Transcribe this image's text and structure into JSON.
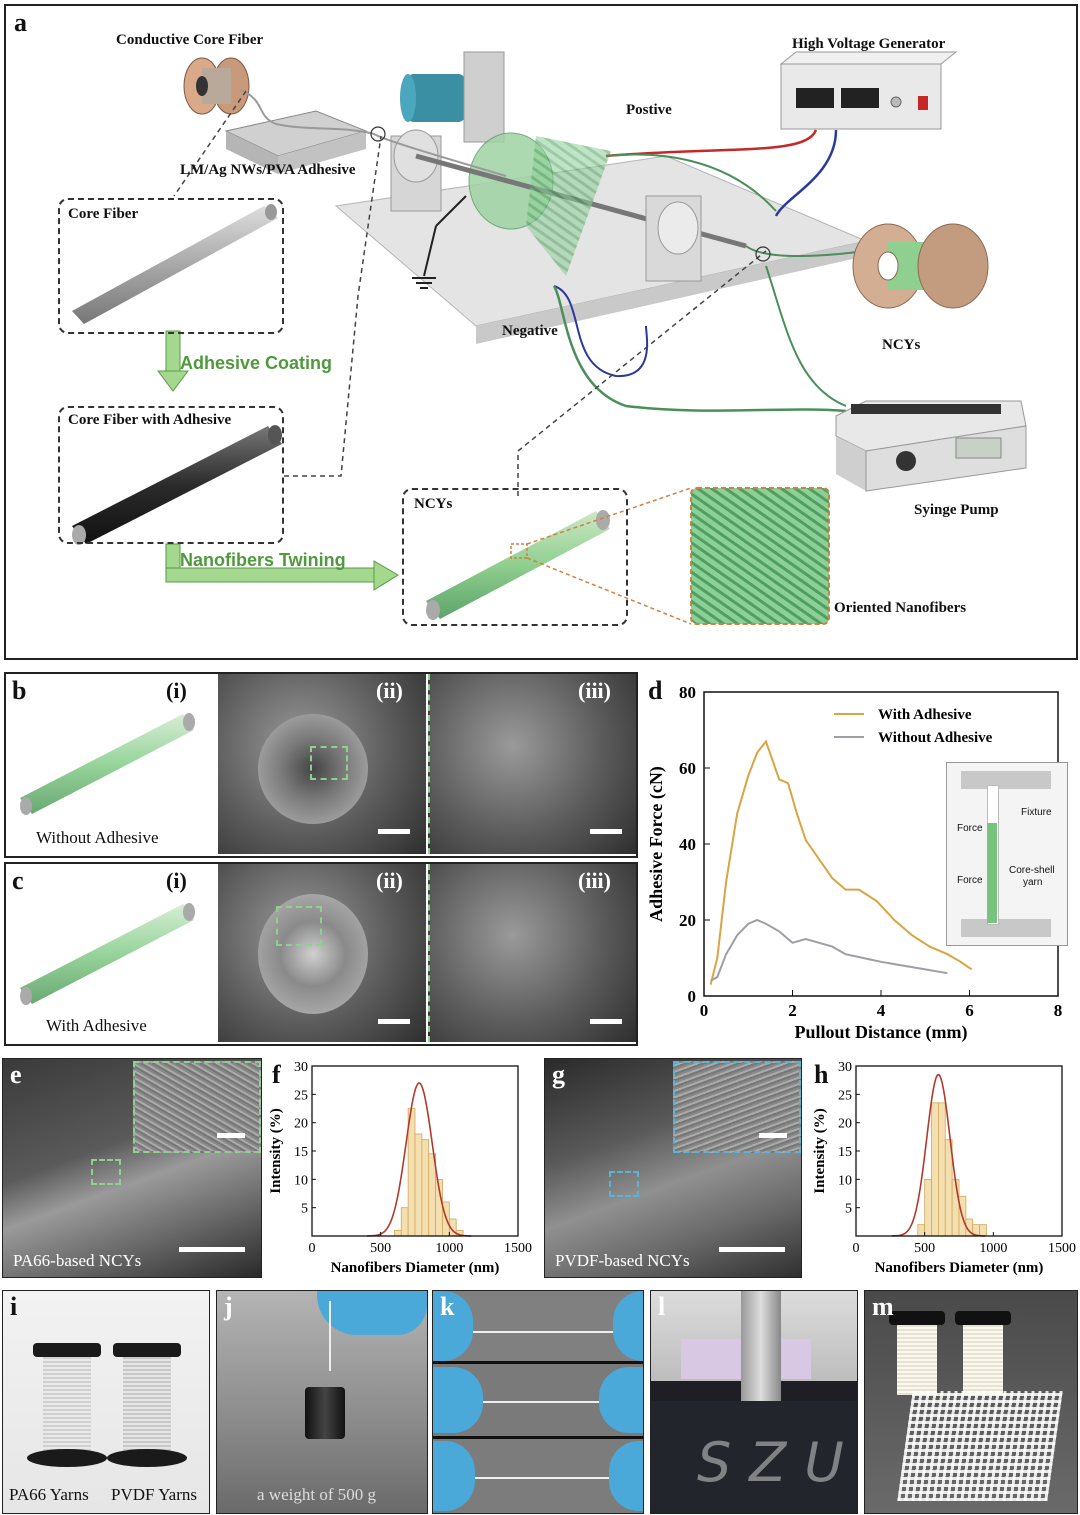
{
  "panel_a": {
    "letter": "a",
    "labels": {
      "conductive_core_fiber": "Conductive Core Fiber",
      "high_voltage_generator": "High Voltage Generator",
      "postive": "Postive",
      "adhesive_bath": "LM/Ag NWs/PVA Adhesive",
      "core_fiber": "Core Fiber",
      "adhesive_coating": "Adhesive Coating",
      "core_fiber_with_adhesive": "Core Fiber with Adhesive",
      "negative": "Negative",
      "ncys_spool": "NCYs",
      "syringe_pump": "Syinge Pump",
      "nanofibers_twining": "Nanofibers Twining",
      "ncys_box": "NCYs",
      "oriented_nanofibers": "Oriented Nanofibers"
    }
  },
  "panel_b": {
    "letter": "b",
    "i": "(i)",
    "ii": "(ii)",
    "iii": "(iii)",
    "caption": "Without Adhesive"
  },
  "panel_c": {
    "letter": "c",
    "i": "(i)",
    "ii": "(ii)",
    "iii": "(iii)",
    "caption": "With Adhesive"
  },
  "panel_d": {
    "letter": "d",
    "inset": {
      "force_top": "Force",
      "force_bottom": "Force",
      "fixture": "Fixture",
      "yarn_line1": "Core-shell",
      "yarn_line2": "yarn"
    }
  },
  "panel_e": {
    "letter": "e",
    "caption": "PA66-based NCYs"
  },
  "panel_f": {
    "letter": "f"
  },
  "panel_g": {
    "letter": "g",
    "caption": "PVDF-based NCYs"
  },
  "panel_h": {
    "letter": "h"
  },
  "panel_i": {
    "letter": "i",
    "left": "PA66 Yarns",
    "right": "PVDF Yarns"
  },
  "panel_j": {
    "letter": "j",
    "caption": "a weight of 500 g"
  },
  "panel_k": {
    "letter": "k"
  },
  "panel_l": {
    "letter": "l",
    "text": "SZU"
  },
  "panel_m": {
    "letter": "m"
  },
  "colors": {
    "with_adhesive": "#d9a441",
    "without_adhesive": "#9e9ea6",
    "fit_line": "#b23a2c",
    "hist_bar": "#f4dfb0",
    "nanofiber_green": "#7fc38f",
    "label_green": "#4f9a3c"
  },
  "chart_data": [
    {
      "id": "d",
      "type": "line",
      "xlabel": "Pullout Distance (mm)",
      "ylabel": "Adhesive Force (cN)",
      "xlim": [
        0,
        8
      ],
      "ylim": [
        0,
        80
      ],
      "xticks": [
        0,
        2,
        4,
        6,
        8
      ],
      "yticks": [
        0,
        20,
        40,
        60,
        80
      ],
      "legend_position": "top-center",
      "series": [
        {
          "name": "With Adhesive",
          "color": "#d9a441",
          "x": [
            0.15,
            0.3,
            0.5,
            0.75,
            1.0,
            1.2,
            1.4,
            1.55,
            1.7,
            1.9,
            2.1,
            2.3,
            2.6,
            2.9,
            3.2,
            3.5,
            3.9,
            4.3,
            4.7,
            5.1,
            5.5,
            5.8,
            6.05
          ],
          "y": [
            3,
            10,
            30,
            48,
            58,
            64,
            67,
            62,
            57,
            56,
            48,
            41,
            36,
            31,
            28,
            28,
            25,
            20,
            16,
            13,
            11,
            9,
            7
          ]
        },
        {
          "name": "Without Adhesive",
          "color": "#9e9ea6",
          "x": [
            0.15,
            0.3,
            0.5,
            0.75,
            1.0,
            1.2,
            1.4,
            1.7,
            2.0,
            2.3,
            2.6,
            2.9,
            3.2,
            3.6,
            4.0,
            4.5,
            5.0,
            5.5
          ],
          "y": [
            4,
            5,
            11,
            16,
            19,
            20,
            19,
            17,
            14,
            15,
            14,
            13,
            11,
            10,
            9,
            8,
            7,
            6
          ]
        }
      ]
    },
    {
      "id": "f",
      "type": "bar",
      "xlabel": "Nanofibers Diameter (nm)",
      "ylabel": "Intensity (%)",
      "xlim": [
        0,
        1500
      ],
      "ylim": [
        0,
        30
      ],
      "xticks": [
        0,
        500,
        1000,
        1500
      ],
      "yticks": [
        5,
        10,
        15,
        20,
        25,
        30
      ],
      "bin_start": [
        600,
        650,
        700,
        750,
        800,
        850,
        900,
        950,
        1000,
        1050
      ],
      "bin_width": 50,
      "values": [
        1,
        5,
        22.5,
        18,
        17,
        14.5,
        10,
        6,
        3,
        1
      ],
      "fit": {
        "mean": 780,
        "sd": 95,
        "peak": 27
      }
    },
    {
      "id": "h",
      "type": "bar",
      "xlabel": "Nanofibers Diameter (nm)",
      "ylabel": "Intensity (%)",
      "xlim": [
        0,
        1500
      ],
      "ylim": [
        0,
        30
      ],
      "xticks": [
        0,
        500,
        1000,
        1500
      ],
      "yticks": [
        5,
        10,
        15,
        20,
        25,
        30
      ],
      "bin_start": [
        450,
        500,
        550,
        600,
        650,
        700,
        750,
        800,
        850,
        900
      ],
      "bin_width": 50,
      "values": [
        2,
        10,
        23.5,
        23.5,
        17,
        10,
        7,
        3,
        2,
        2
      ],
      "fit": {
        "mean": 600,
        "sd": 85,
        "peak": 28.5
      }
    }
  ]
}
